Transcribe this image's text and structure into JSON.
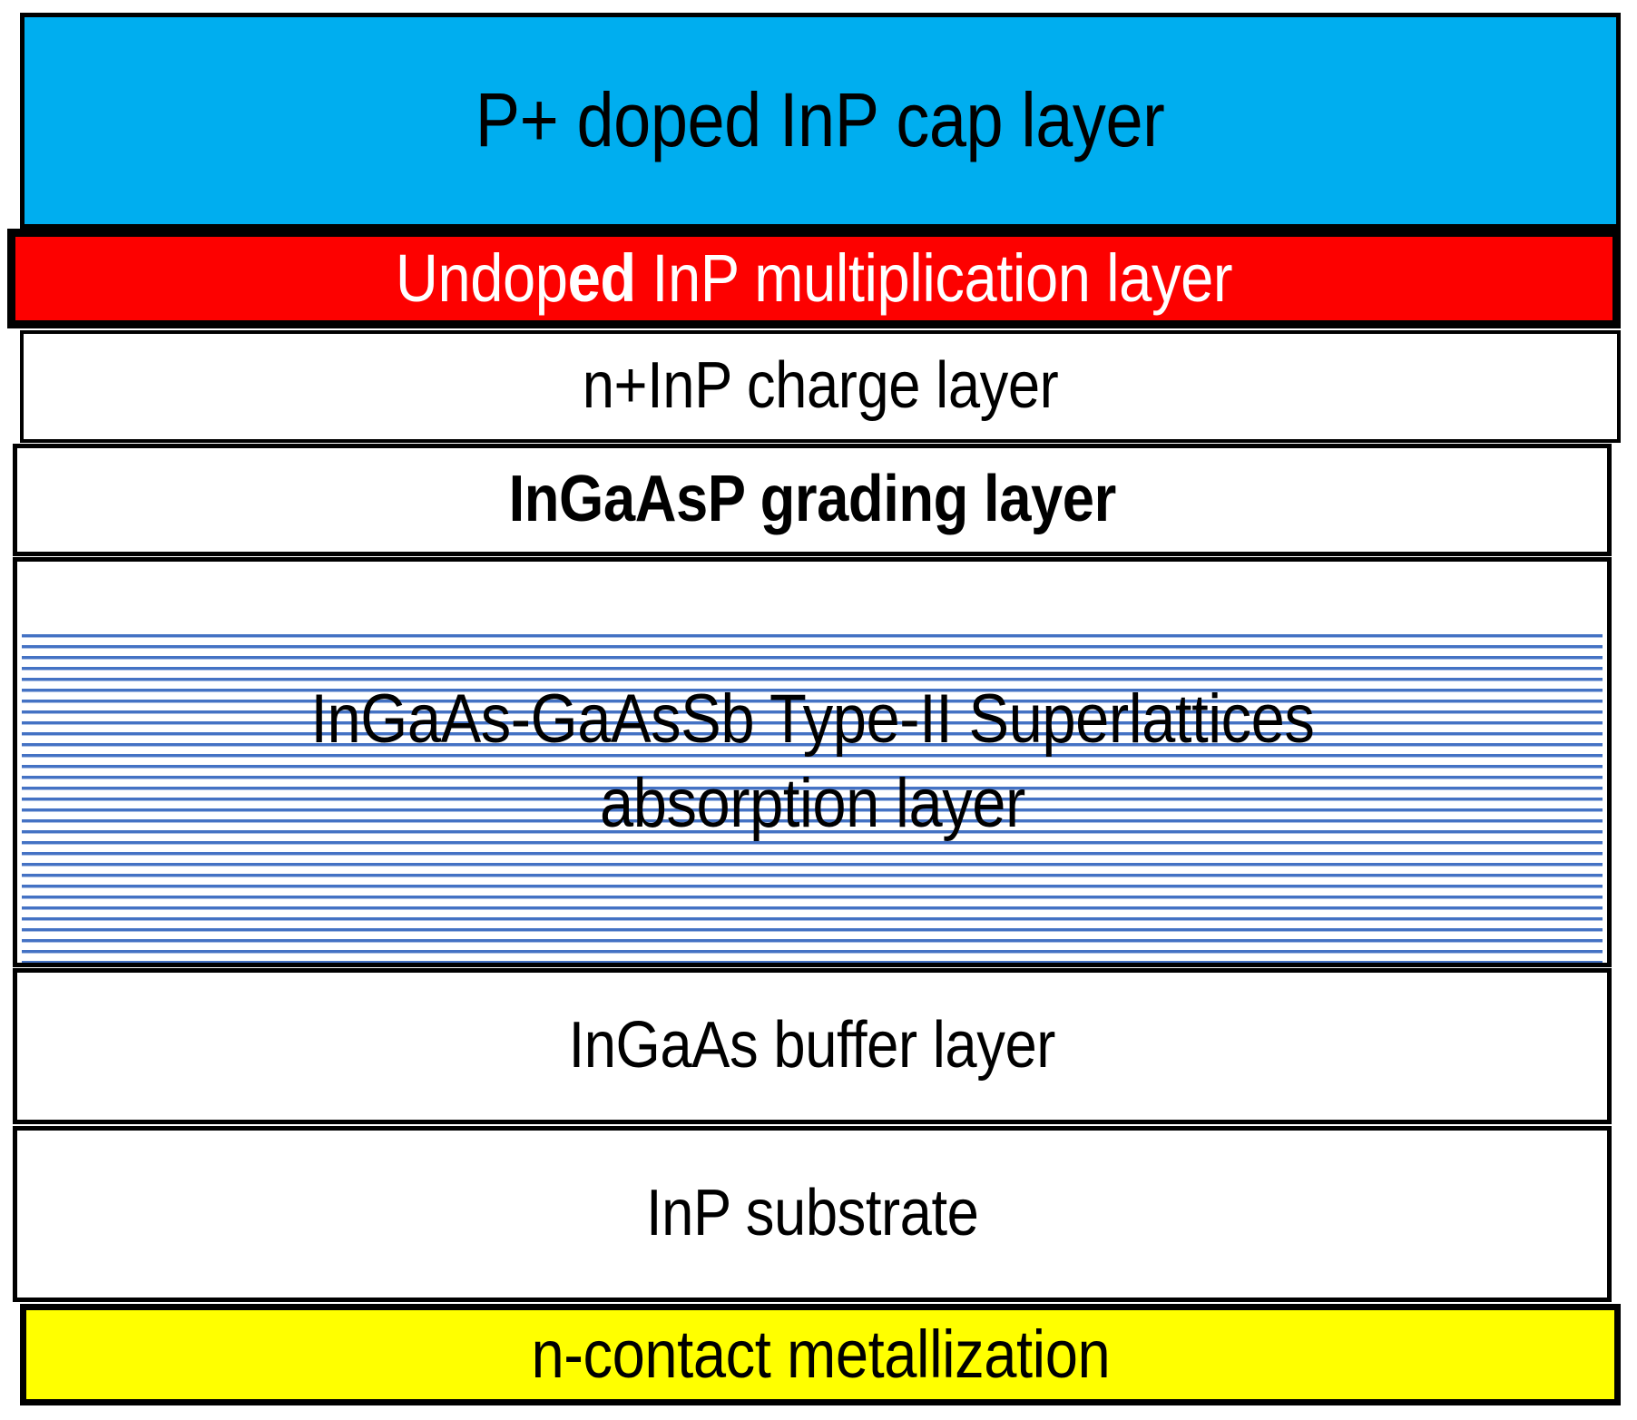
{
  "diagram": {
    "title": "Type-II superlattice avalanche photodiode epitaxial layer stack",
    "orientation": "top-to-bottom cross-section",
    "colors": {
      "cap_fill": "#00AEEF",
      "multiplication_fill": "#FD0100",
      "multiplication_text": "#FFFFFF",
      "neutral_fill": "#FFFFFF",
      "superlattice_stripe": "#4472C4",
      "ncontact_fill": "#FFFF00",
      "outline": "#000000"
    },
    "layers": [
      {
        "id": "cap",
        "label": "P+ doped InP cap layer",
        "fill": "#00AEEF",
        "text_color": "#000000",
        "pattern": "solid"
      },
      {
        "id": "multiplication",
        "label_part_1": "Undop",
        "label_part_2": "ed",
        "label_part_3": " InP multiplication layer",
        "label": "Undoped InP multiplication layer",
        "fill": "#FD0100",
        "text_color": "#FFFFFF",
        "pattern": "solid"
      },
      {
        "id": "charge",
        "label": "n+InP charge layer",
        "fill": "#FFFFFF",
        "text_color": "#000000",
        "pattern": "solid"
      },
      {
        "id": "grading",
        "label": "InGaAsP grading layer",
        "fill": "#FFFFFF",
        "text_color": "#000000",
        "pattern": "solid"
      },
      {
        "id": "superlattice",
        "label": "InGaAs-GaAsSb Type-II Superlattices\nabsorption layer",
        "fill": "#FFFFFF",
        "text_color": "#000000",
        "pattern": "horizontal-stripes"
      },
      {
        "id": "buffer",
        "label": "InGaAs buffer layer",
        "fill": "#FFFFFF",
        "text_color": "#000000",
        "pattern": "solid"
      },
      {
        "id": "substrate",
        "label": "InP substrate",
        "fill": "#FFFFFF",
        "text_color": "#000000",
        "pattern": "solid"
      },
      {
        "id": "ncontact",
        "label": "n-contact metallization",
        "fill": "#FFFF00",
        "text_color": "#000000",
        "pattern": "solid"
      }
    ]
  }
}
